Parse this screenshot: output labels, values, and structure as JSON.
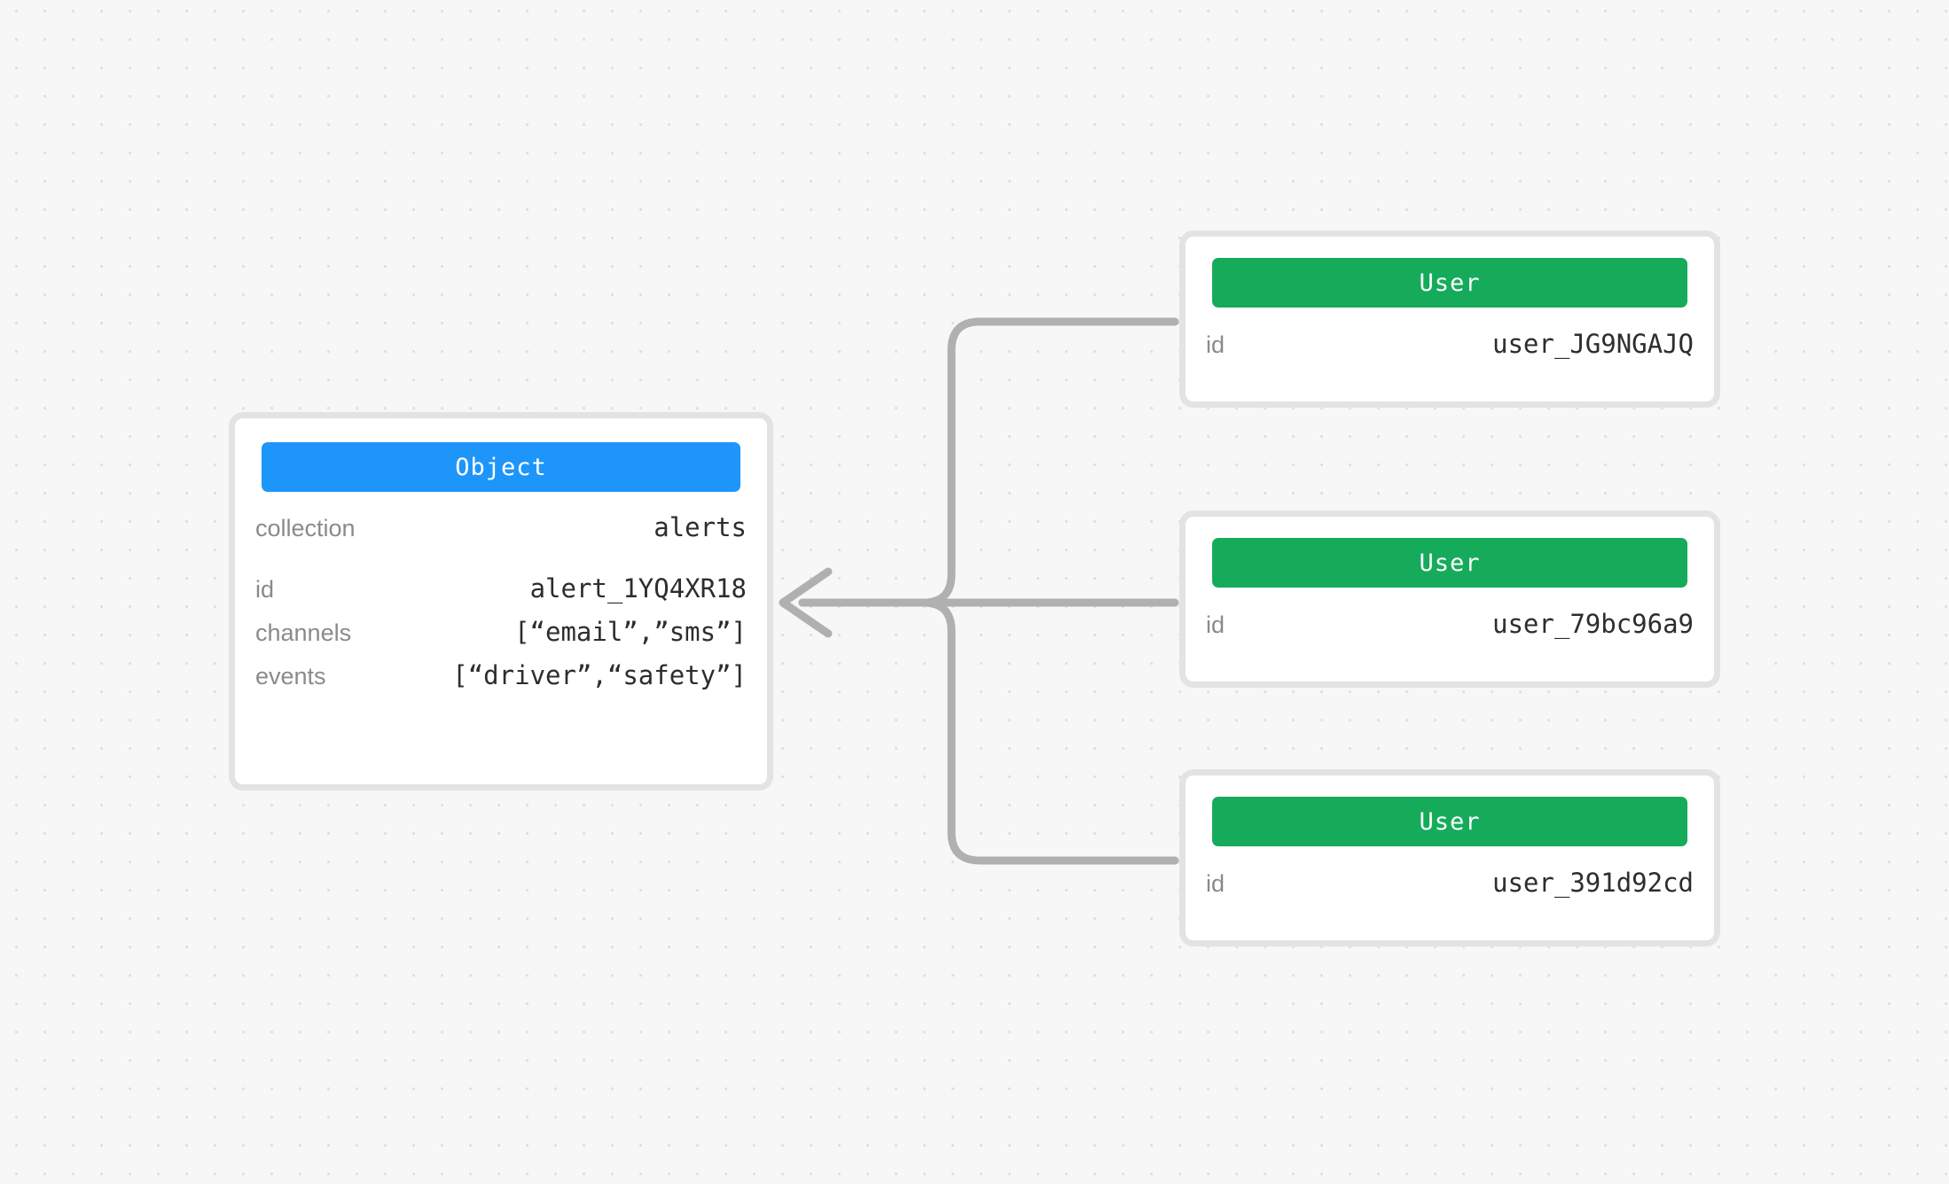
{
  "canvas": {
    "background_color": "#f7f7f7",
    "dot_color": "#e0e0e0",
    "edge_color": "#b0b0b0"
  },
  "object_node": {
    "header_label": "Object",
    "header_color": "#1e95fa",
    "primary_fields": [
      {
        "key": "collection",
        "value": "alerts"
      }
    ],
    "secondary_fields": [
      {
        "key": "id",
        "value": "alert_1YQ4XR18"
      },
      {
        "key": "channels",
        "value": "[“email”,”sms”]"
      },
      {
        "key": "events",
        "value": "[“driver”,“safety”]"
      }
    ]
  },
  "user_nodes": [
    {
      "header_label": "User",
      "header_color": "#16ab5b",
      "fields": [
        {
          "key": "id",
          "value": "user_JG9NGAJQ"
        }
      ]
    },
    {
      "header_label": "User",
      "header_color": "#16ab5b",
      "fields": [
        {
          "key": "id",
          "value": "user_79bc96a9"
        }
      ]
    },
    {
      "header_label": "User",
      "header_color": "#16ab5b",
      "fields": [
        {
          "key": "id",
          "value": "user_391d92cd"
        }
      ]
    }
  ],
  "edges": [
    {
      "from": "user_nodes.0",
      "to": "object_node",
      "arrow": "to-object"
    },
    {
      "from": "user_nodes.1",
      "to": "object_node",
      "arrow": "to-object"
    },
    {
      "from": "user_nodes.2",
      "to": "object_node",
      "arrow": "to-object"
    }
  ]
}
